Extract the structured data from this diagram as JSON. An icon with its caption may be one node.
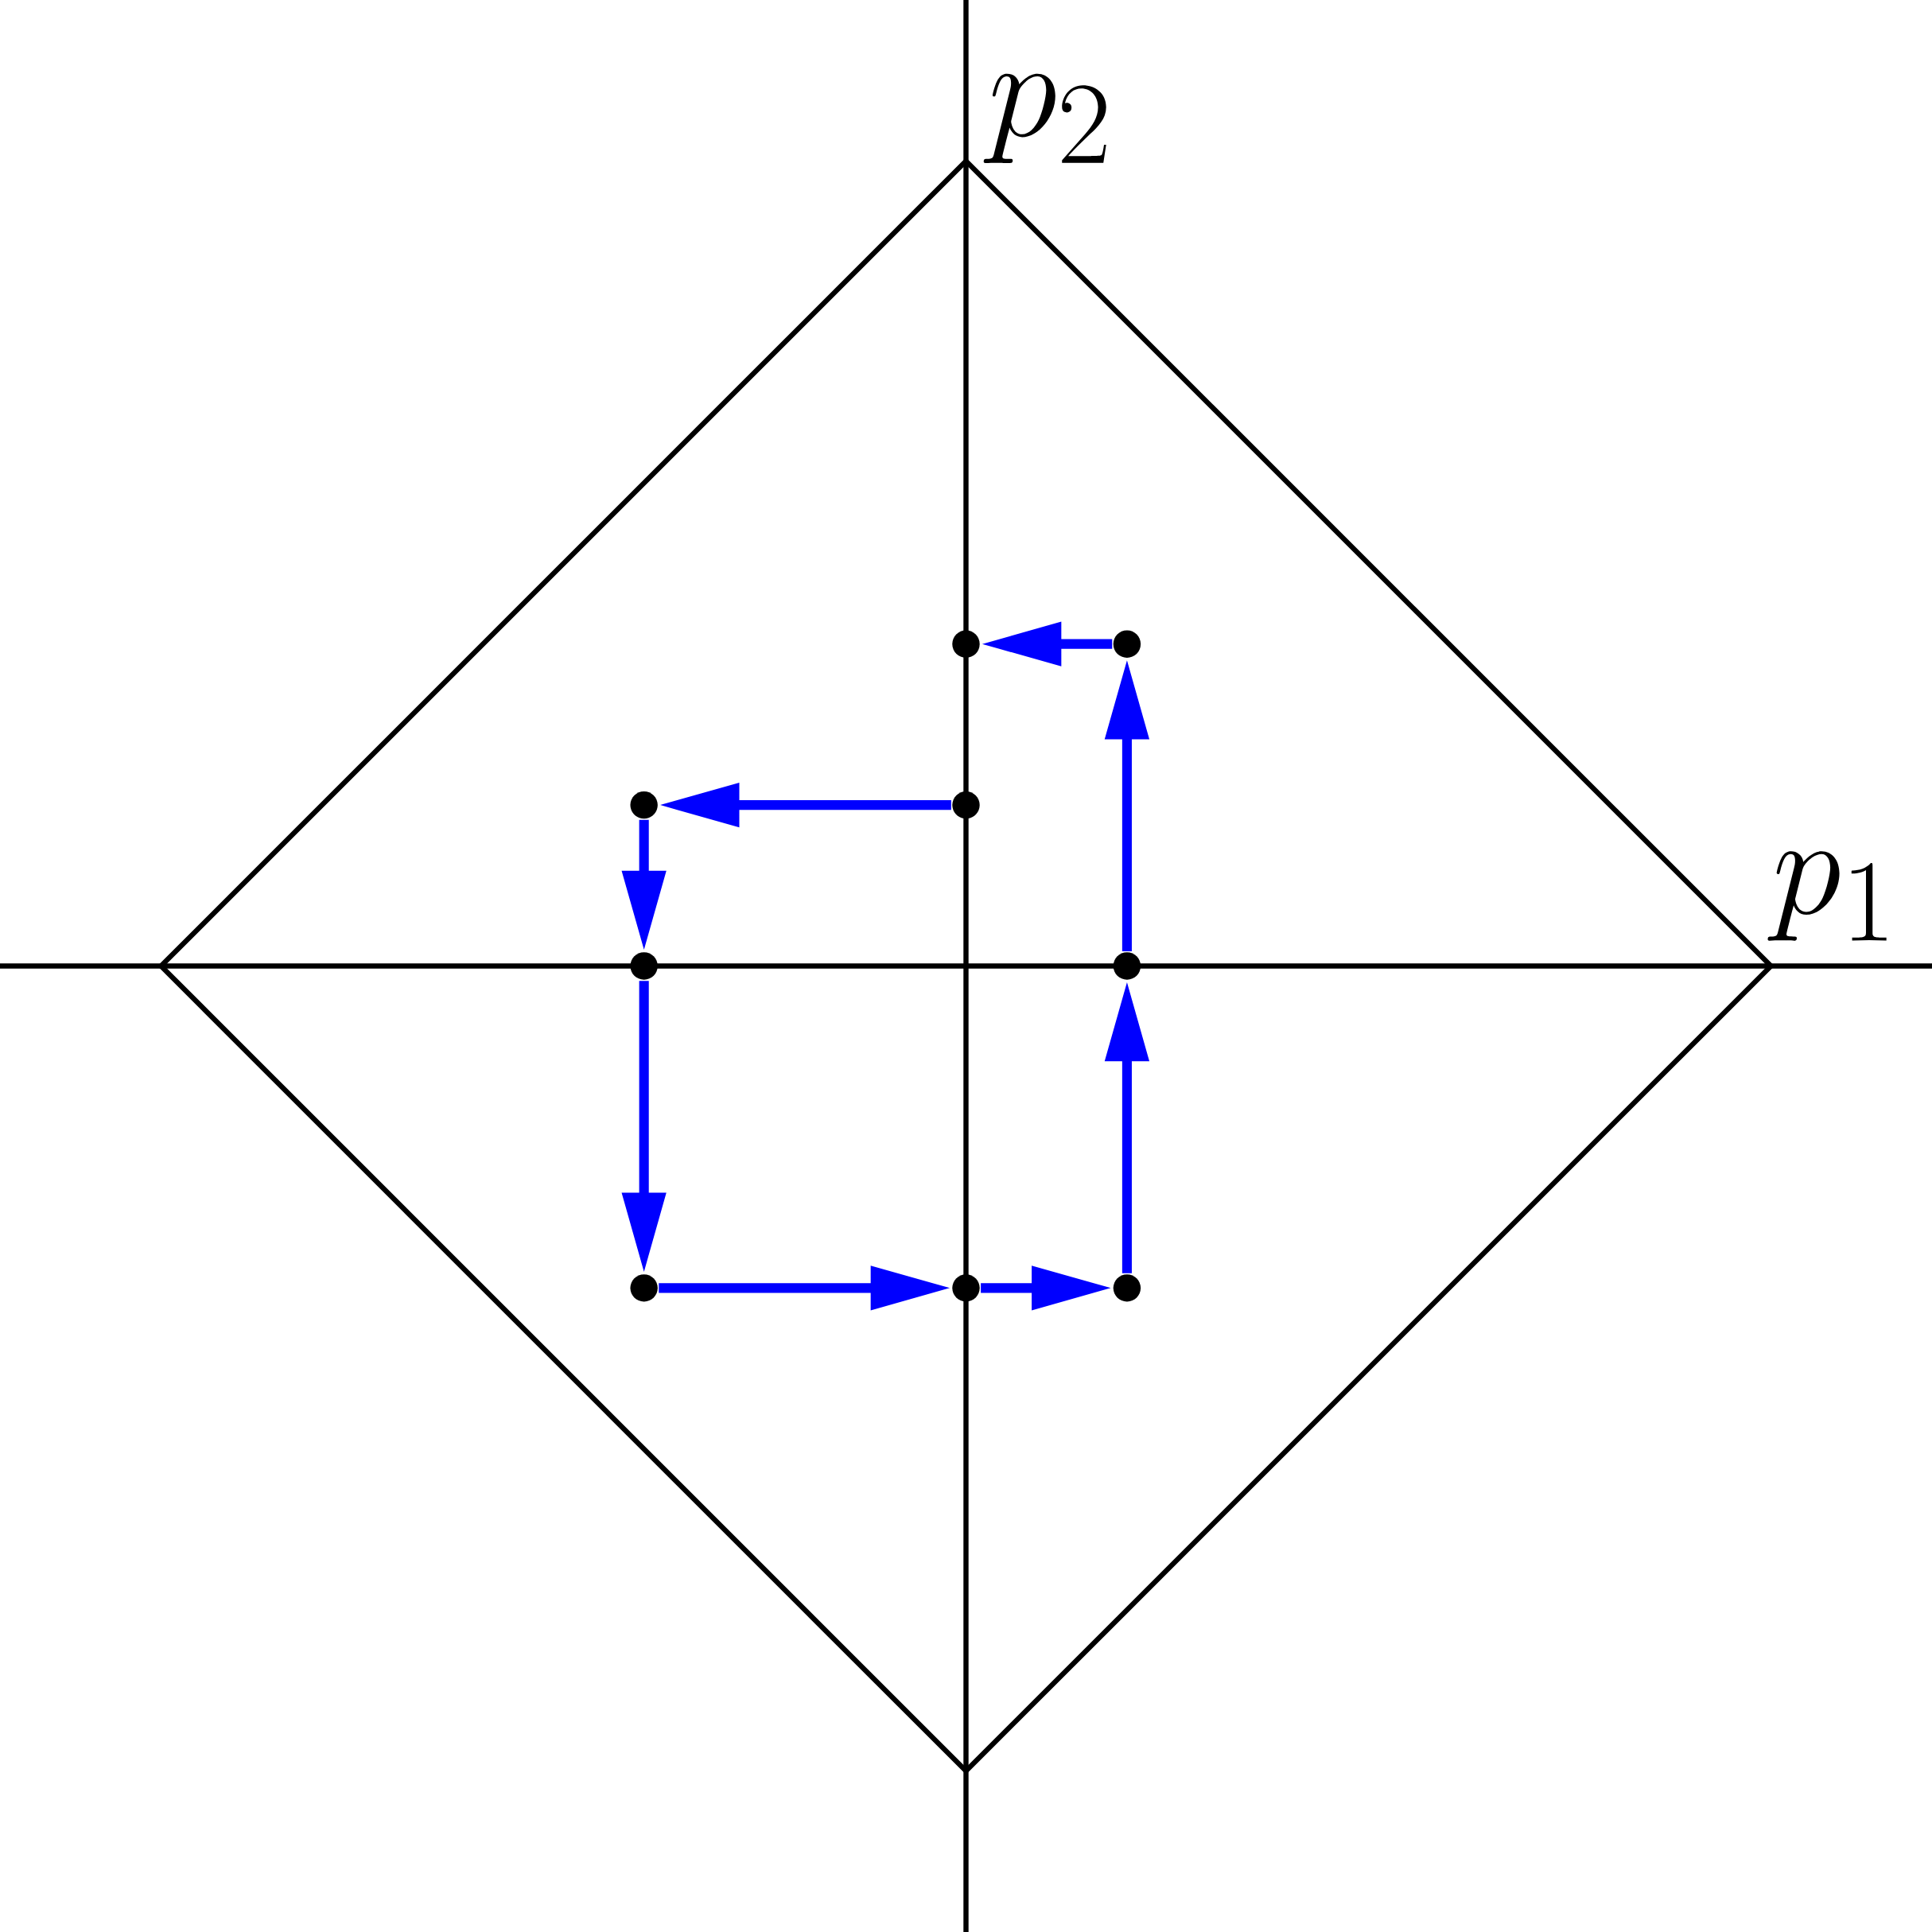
{
  "diagram": {
    "nodes": [
      {
        "text": [],
        "shape": "circle"
      },
      {
        "text": [],
        "shape": "circle"
      },
      {
        "text": [],
        "shape": "circle"
      },
      {
        "text": [],
        "shape": "circle"
      },
      {
        "text": [],
        "shape": "circle"
      },
      {
        "text": [],
        "shape": "circle"
      },
      {
        "text": [],
        "shape": "circle"
      },
      {
        "text": [],
        "shape": "circle"
      },
      {
        "text": [],
        "shape": "circle"
      }
    ],
    "edges": [
      {
        "from": 6,
        "to": 7,
        "arrow": "to"
      },
      {
        "from": 7,
        "to": 8,
        "arrow": "to"
      },
      {
        "from": 8,
        "to": 5,
        "arrow": "to"
      },
      {
        "from": 5,
        "to": 1,
        "arrow": "to"
      },
      {
        "from": 1,
        "to": 0,
        "arrow": "to"
      },
      {
        "from": 3,
        "to": 2,
        "arrow": "to"
      },
      {
        "from": 2,
        "to": 4,
        "arrow": "to"
      },
      {
        "from": 4,
        "to": 6,
        "arrow": "to"
      }
    ],
    "labels": [
      "p_2",
      "p_1"
    ]
  }
}
